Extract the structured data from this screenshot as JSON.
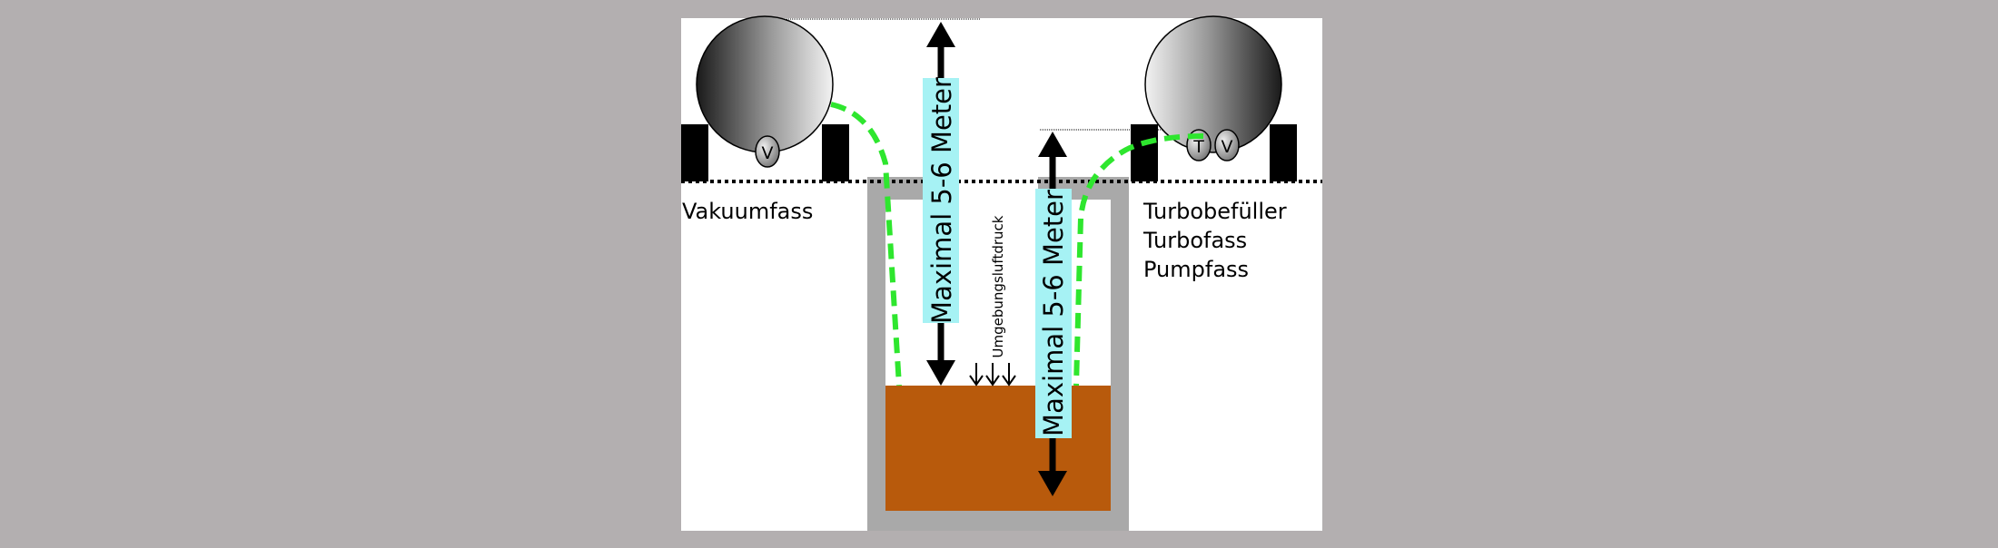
{
  "labels": {
    "left_tank": "Vakuumfass",
    "right_tank_lines": [
      "Turbobefüller",
      "Turbofass",
      "Pumpfass"
    ],
    "height_left": "Maximal 5-6 Meter",
    "height_right": "Maximal 5-6 Meter",
    "pressure": "Umgebungsluftdruck",
    "valve_left": "V",
    "valve_right_t": "T",
    "valve_right_v": "V"
  },
  "colors": {
    "background": "#b3afb0",
    "panel": "#ffffff",
    "pit_wall": "#a9a9a9",
    "slurry": "#b85a0c",
    "hose": "#2ee62e",
    "label_highlight": "#a6f2f4",
    "arrow": "#000000"
  }
}
